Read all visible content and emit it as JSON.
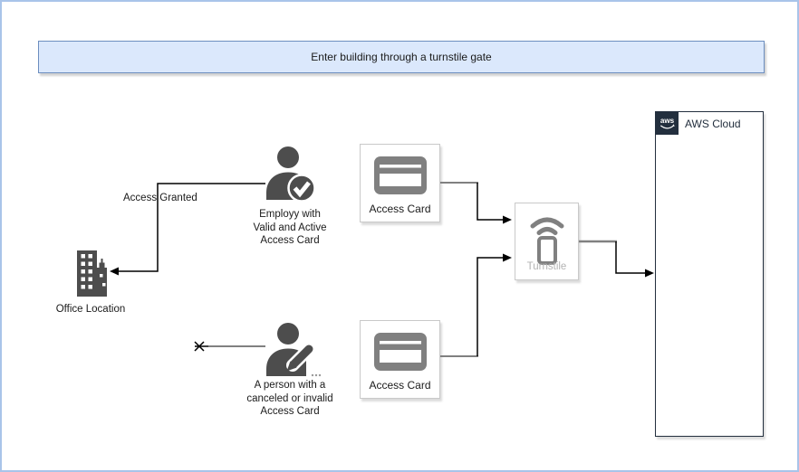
{
  "page": {
    "frame_border_color": "#a9c4e9",
    "background": "#ffffff"
  },
  "banner": {
    "label": "Enter building through a turnstile gate",
    "fill": "#dbe8fc",
    "border_color": "#6c8ebf"
  },
  "aws": {
    "label": "AWS Cloud",
    "logo_text": "aws",
    "logo_bg": "#232f3e",
    "border_color": "#232f3e"
  },
  "turnstile": {
    "label": "Turnstile",
    "icon": "mobile-wifi-icon",
    "label_color": "#b3b3b3"
  },
  "access_card_top": {
    "label": "Access Card",
    "icon": "credit-card-icon"
  },
  "access_card_bottom": {
    "label": "Access Card",
    "icon": "credit-card-icon"
  },
  "employee_valid": {
    "icon": "person-check-icon",
    "lines": [
      "Employy with",
      "Valid and Active",
      "Access Card"
    ]
  },
  "person_invalid": {
    "icon": "person-edit-icon",
    "lines": [
      "A person with a",
      "canceled or invalid",
      "Access Card"
    ]
  },
  "office": {
    "label": "Office Location",
    "icon": "building-icon"
  },
  "edges": {
    "access_granted_label": "Access Granted",
    "list": [
      "access-card-top to turnstile",
      "access-card-bottom to turnstile",
      "turnstile to aws-cloud",
      "employee-valid to office-location (Access Granted)",
      "person-invalid blocked (cross end)"
    ]
  },
  "colors": {
    "icon_dark_gray": "#4d4d4d",
    "icon_mid_gray": "#808080",
    "edge_black": "#000000",
    "edge_gray_stub": "#808080",
    "muted_label": "#b3b3b3"
  }
}
